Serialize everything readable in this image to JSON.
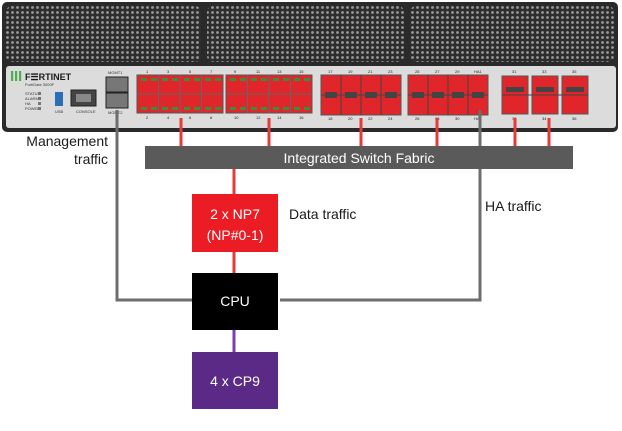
{
  "device": {
    "brand": "F☰RTINET",
    "model": "FortiGate 3000F",
    "leds": [
      "STATUS",
      "ALARM",
      "HA",
      "POWER"
    ],
    "small_labels": {
      "usb": "USB",
      "console": "CONSOLE",
      "mgmt_top": "MGMT1",
      "mgmt_bottom": "MGMT2"
    },
    "group1_top_nums": [
      "1",
      "3",
      "5",
      "7"
    ],
    "group1_bottom_nums": [
      "2",
      "4",
      "6",
      "8"
    ],
    "group2_top_nums": [
      "9",
      "11",
      "13",
      "15"
    ],
    "group2_bottom_nums": [
      "10",
      "12",
      "14",
      "16"
    ],
    "group3_top_nums": [
      "17",
      "19",
      "21",
      "23"
    ],
    "group3_bottom_nums": [
      "18",
      "20",
      "22",
      "24"
    ],
    "group4_top_nums": [
      "25",
      "27",
      "29",
      "HA1"
    ],
    "group4_bottom_nums": [
      "26",
      "28",
      "30",
      "HA2"
    ],
    "group5_top_nums": [
      "31",
      "33",
      "35"
    ],
    "group5_bottom_nums": [
      "32",
      "34",
      "36"
    ]
  },
  "labels": {
    "management_line1": "Management",
    "management_line2": "traffic",
    "switch_fabric": "Integrated Switch Fabric",
    "np7_line1": "2 x NP7",
    "np7_line2": "(NP#0-1)",
    "data_traffic": "Data traffic",
    "ha_traffic": "HA traffic",
    "cpu": "CPU",
    "cp9": "4 x CP9"
  },
  "colors": {
    "chassis": "#2a2a2a",
    "panel": "#d9d9d9",
    "port_red": "#e0262b",
    "switch_fabric": "#5a5a5a",
    "np7": "#ec1c24",
    "cpu": "#000000",
    "cp9": "#5b2a86",
    "line_gray": "#6d6d6d",
    "line_red": "#e53a3a"
  }
}
